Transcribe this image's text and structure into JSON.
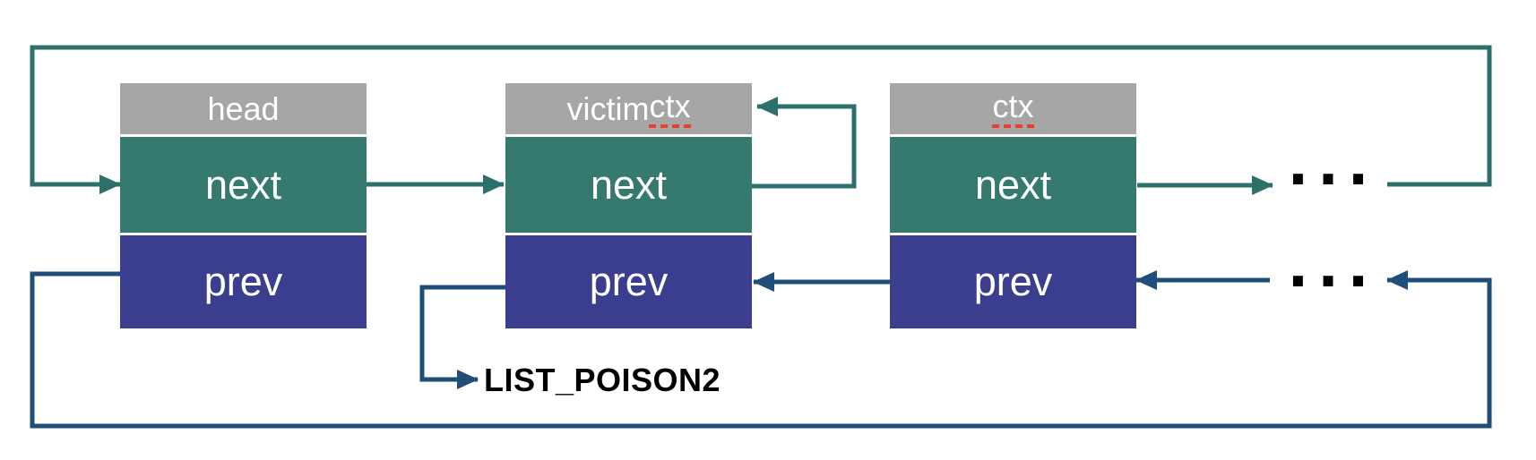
{
  "diagram": {
    "nodes": [
      {
        "header_text": "head",
        "header_underlined": "",
        "next_label": "next",
        "prev_label": "prev"
      },
      {
        "header_text": "victim ",
        "header_underlined": "ctx",
        "next_label": "next",
        "prev_label": "prev"
      },
      {
        "header_text": "",
        "header_underlined": "ctx",
        "next_label": "next",
        "prev_label": "prev"
      }
    ],
    "ellipsis_next": "...",
    "ellipsis_prev": "...",
    "poison_label": "LIST_POISON2",
    "colors": {
      "gray_fill": "#A6A6A6",
      "teal_fill": "#36796F",
      "teal_line": "#2D6F6A",
      "indigo_fill": "#3B3E8F",
      "navy_line": "#1E4E79",
      "red_underline": "#F23B2B",
      "label_light": "#FFFFFF",
      "label_dark": "#000000"
    }
  }
}
